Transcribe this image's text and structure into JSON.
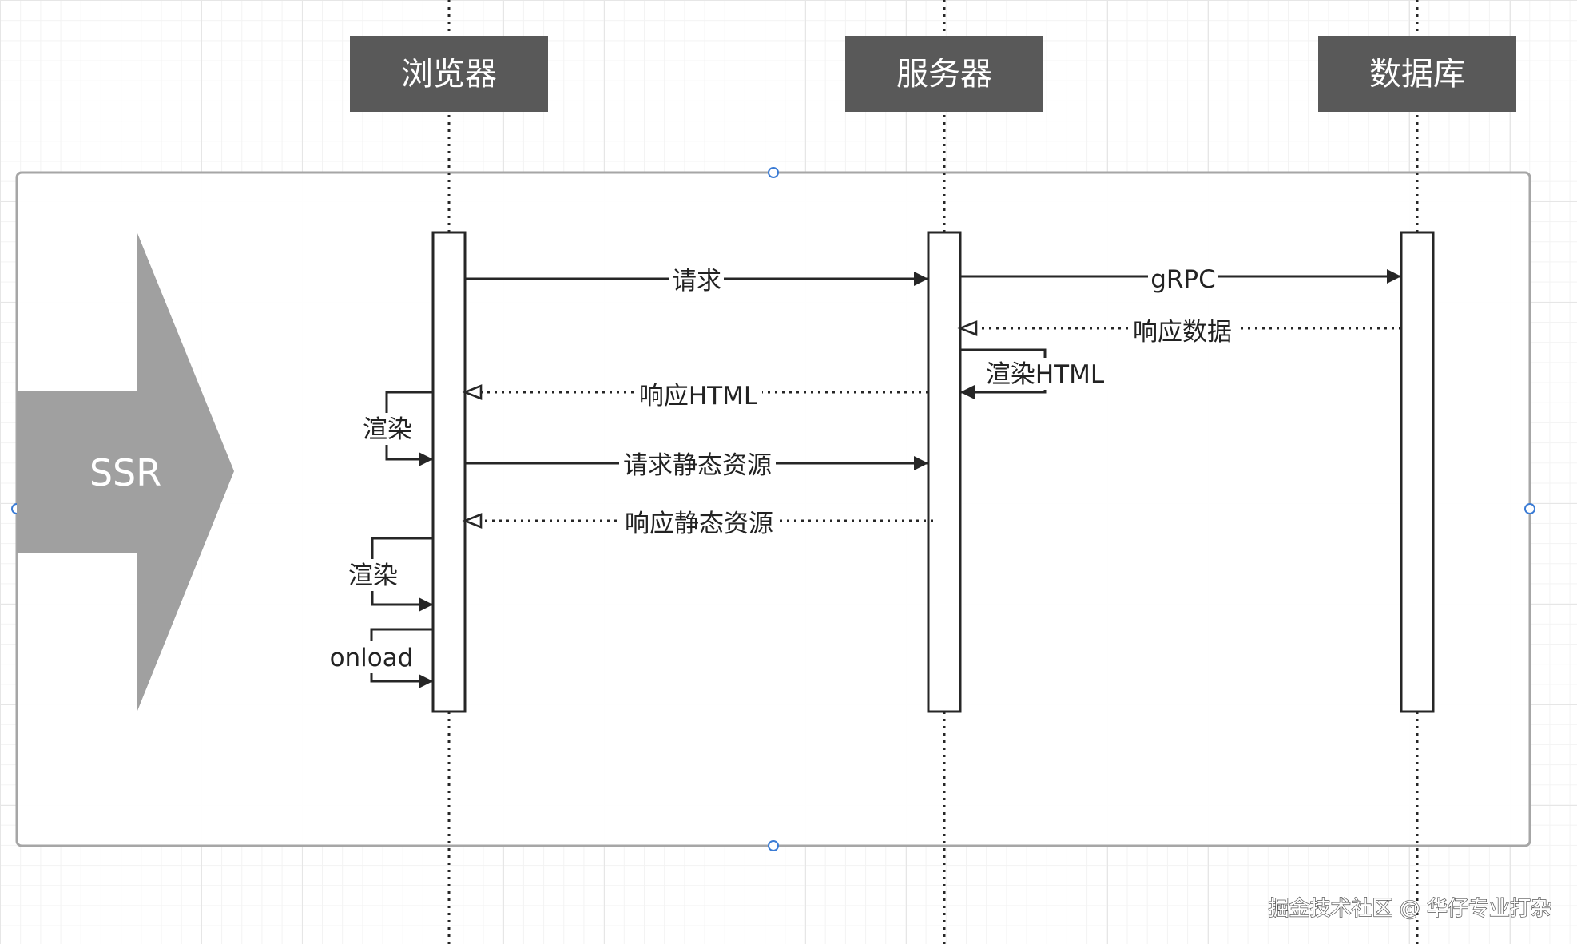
{
  "actors": {
    "browser": "浏览器",
    "server": "服务器",
    "database": "数据库"
  },
  "phase": {
    "label": "SSR"
  },
  "messages": {
    "request": "请求",
    "grpc": "gRPC",
    "response_data": "响应数据",
    "render_html": "渲染HTML",
    "response_html": "响应HTML",
    "render_1": "渲染",
    "request_static": "请求静态资源",
    "response_static": "响应静态资源",
    "render_2": "渲染",
    "onload": "onload"
  },
  "watermark": {
    "text": "掘金技术社区 @ 华仔专业打杂"
  },
  "colors": {
    "actor_box": "#595959",
    "ssr_arrow": "#a0a0a0",
    "frame": "#a6a6a6",
    "line": "#262626",
    "handle": "#3a7bd5"
  }
}
